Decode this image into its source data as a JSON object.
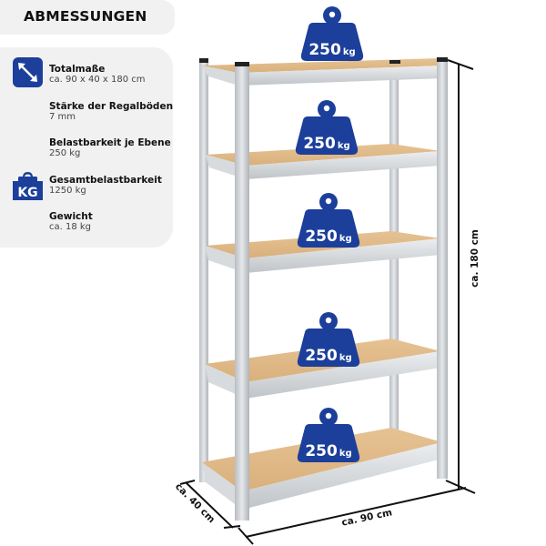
{
  "header": {
    "title": "ABMESSUNGEN"
  },
  "specs": [
    {
      "label": "Totalmaße",
      "value": "ca. 90 x 40 x 180 cm",
      "icon": "diagonal-arrows-icon"
    },
    {
      "label": "Stärke der Regalböden",
      "value": "7 mm",
      "icon": null
    },
    {
      "label": "Belastbarkeit je Ebene",
      "value": "250 kg",
      "icon": null
    },
    {
      "label": "Gesamtbelastbarkeit",
      "value": "1250 kg",
      "icon": "kg-weight-icon"
    },
    {
      "label": "Gewicht",
      "value": "ca. 18 kg",
      "icon": null
    }
  ],
  "weight_badges": [
    {
      "number": "250",
      "unit": "kg"
    },
    {
      "number": "250",
      "unit": "kg"
    },
    {
      "number": "250",
      "unit": "kg"
    },
    {
      "number": "250",
      "unit": "kg"
    },
    {
      "number": "250",
      "unit": "kg"
    }
  ],
  "dimensions": {
    "height": "ca. 180 cm",
    "width": "ca. 90 cm",
    "depth": "ca. 40 cm"
  },
  "kg_icon_text": "KG",
  "colors": {
    "brand_blue": "#1b3f9a",
    "panel_bg": "#f1f1f1",
    "shelf_wood": "#e0b987",
    "steel": "#c9cdd1"
  }
}
